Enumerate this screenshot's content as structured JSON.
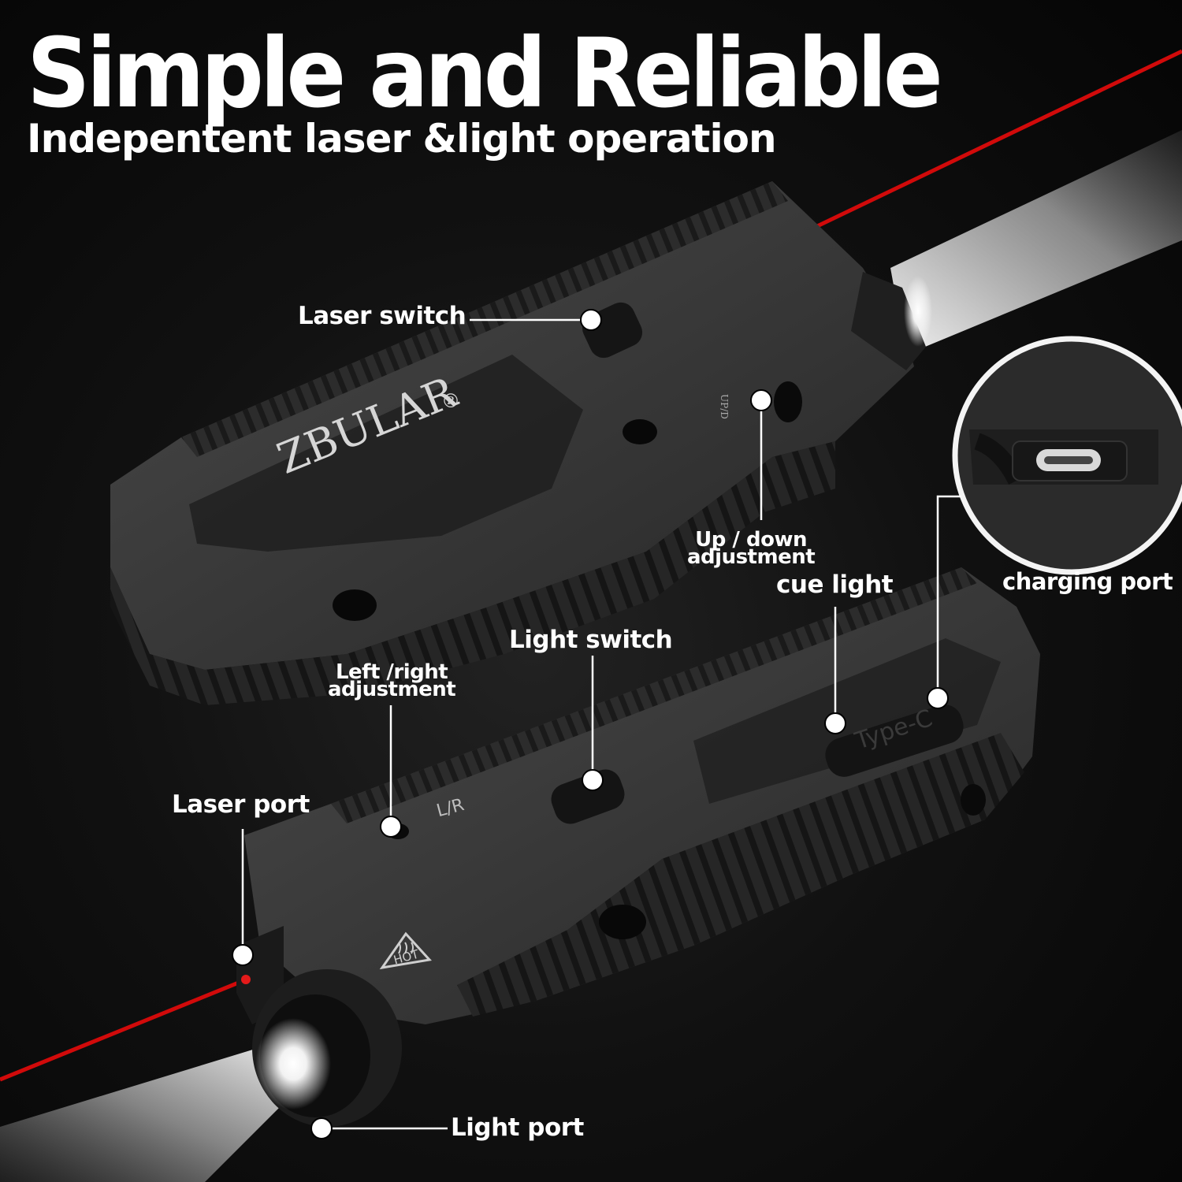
{
  "headline": {
    "title": "Simple and Reliable",
    "subtitle": "Indepentent laser &light operation"
  },
  "callouts": {
    "laser_switch": "Laser switch",
    "up_down": [
      "Up / down",
      "adjustment"
    ],
    "cue_light": "cue light",
    "charging_port": "charging port",
    "light_switch": "Light switch",
    "left_right": [
      "Left /right",
      "adjustment"
    ],
    "laser_port": "Laser port",
    "light_port": "Light port"
  },
  "product_markings": {
    "brand": "ZBULAR",
    "registered": "®",
    "up_down_mark": "UP/D",
    "left_right_mark": "L/R",
    "type_c": "Type-C",
    "hot": "HOT"
  },
  "colors": {
    "background": "#0b0b0b",
    "laser": "#d10a0a",
    "beam": "#ffffff",
    "body": "#2b2b2b",
    "callout": "#ffffff"
  },
  "icons": [
    "hot-warning-icon",
    "usb-c-port-icon"
  ]
}
